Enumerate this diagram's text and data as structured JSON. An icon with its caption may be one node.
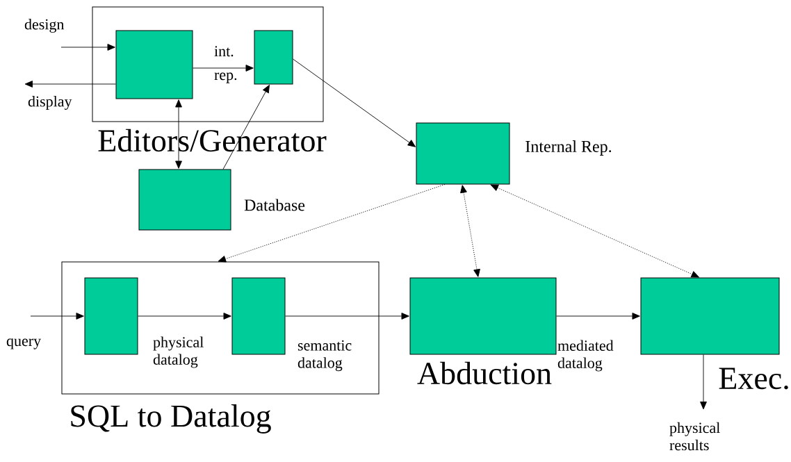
{
  "diagram": {
    "nodes": [
      {
        "text": [
          "Editors/Generator"
        ]
      },
      {
        "text": [],
        "shape": "box",
        "in": 0
      },
      {
        "text": [],
        "shape": "box",
        "in": 0
      },
      {
        "text": [
          "Database"
        ]
      },
      {
        "text": [
          "Internal Rep."
        ]
      },
      {
        "text": [
          "SQL to Datalog"
        ]
      },
      {
        "text": [],
        "shape": "box",
        "in": 5
      },
      {
        "text": [],
        "shape": "box",
        "in": 5
      },
      {
        "text": [
          "Abduction"
        ]
      },
      {
        "text": [
          "Exec."
        ]
      }
    ],
    "edges": [
      {
        "from": null,
        "to": 1,
        "arrow": "to",
        "label": "design"
      },
      {
        "from": 1,
        "to": null,
        "arrow": "to",
        "label": "display"
      },
      {
        "from": 1,
        "to": 2,
        "arrow": "to",
        "label": "int. rep."
      },
      {
        "from": 1,
        "to": 3,
        "arrow": "both"
      },
      {
        "from": 3,
        "to": 2,
        "arrow": "to"
      },
      {
        "from": 2,
        "to": 4,
        "arrow": "to"
      },
      {
        "from": 4,
        "to": 5,
        "arrow": "to",
        "style": "dashed"
      },
      {
        "from": 4,
        "to": 8,
        "arrow": "both",
        "style": "dashed"
      },
      {
        "from": 4,
        "to": 9,
        "arrow": "both",
        "style": "dashed"
      },
      {
        "from": null,
        "to": 6,
        "arrow": "to",
        "label": "query"
      },
      {
        "from": 6,
        "to": 7,
        "arrow": "to",
        "label": "physical datalog"
      },
      {
        "from": 7,
        "to": 8,
        "arrow": "to",
        "label": "semantic datalog"
      },
      {
        "from": 8,
        "to": 9,
        "arrow": "to",
        "label": "mediated datalog"
      },
      {
        "from": 9,
        "to": null,
        "arrow": "to",
        "label": "physical results"
      }
    ]
  }
}
